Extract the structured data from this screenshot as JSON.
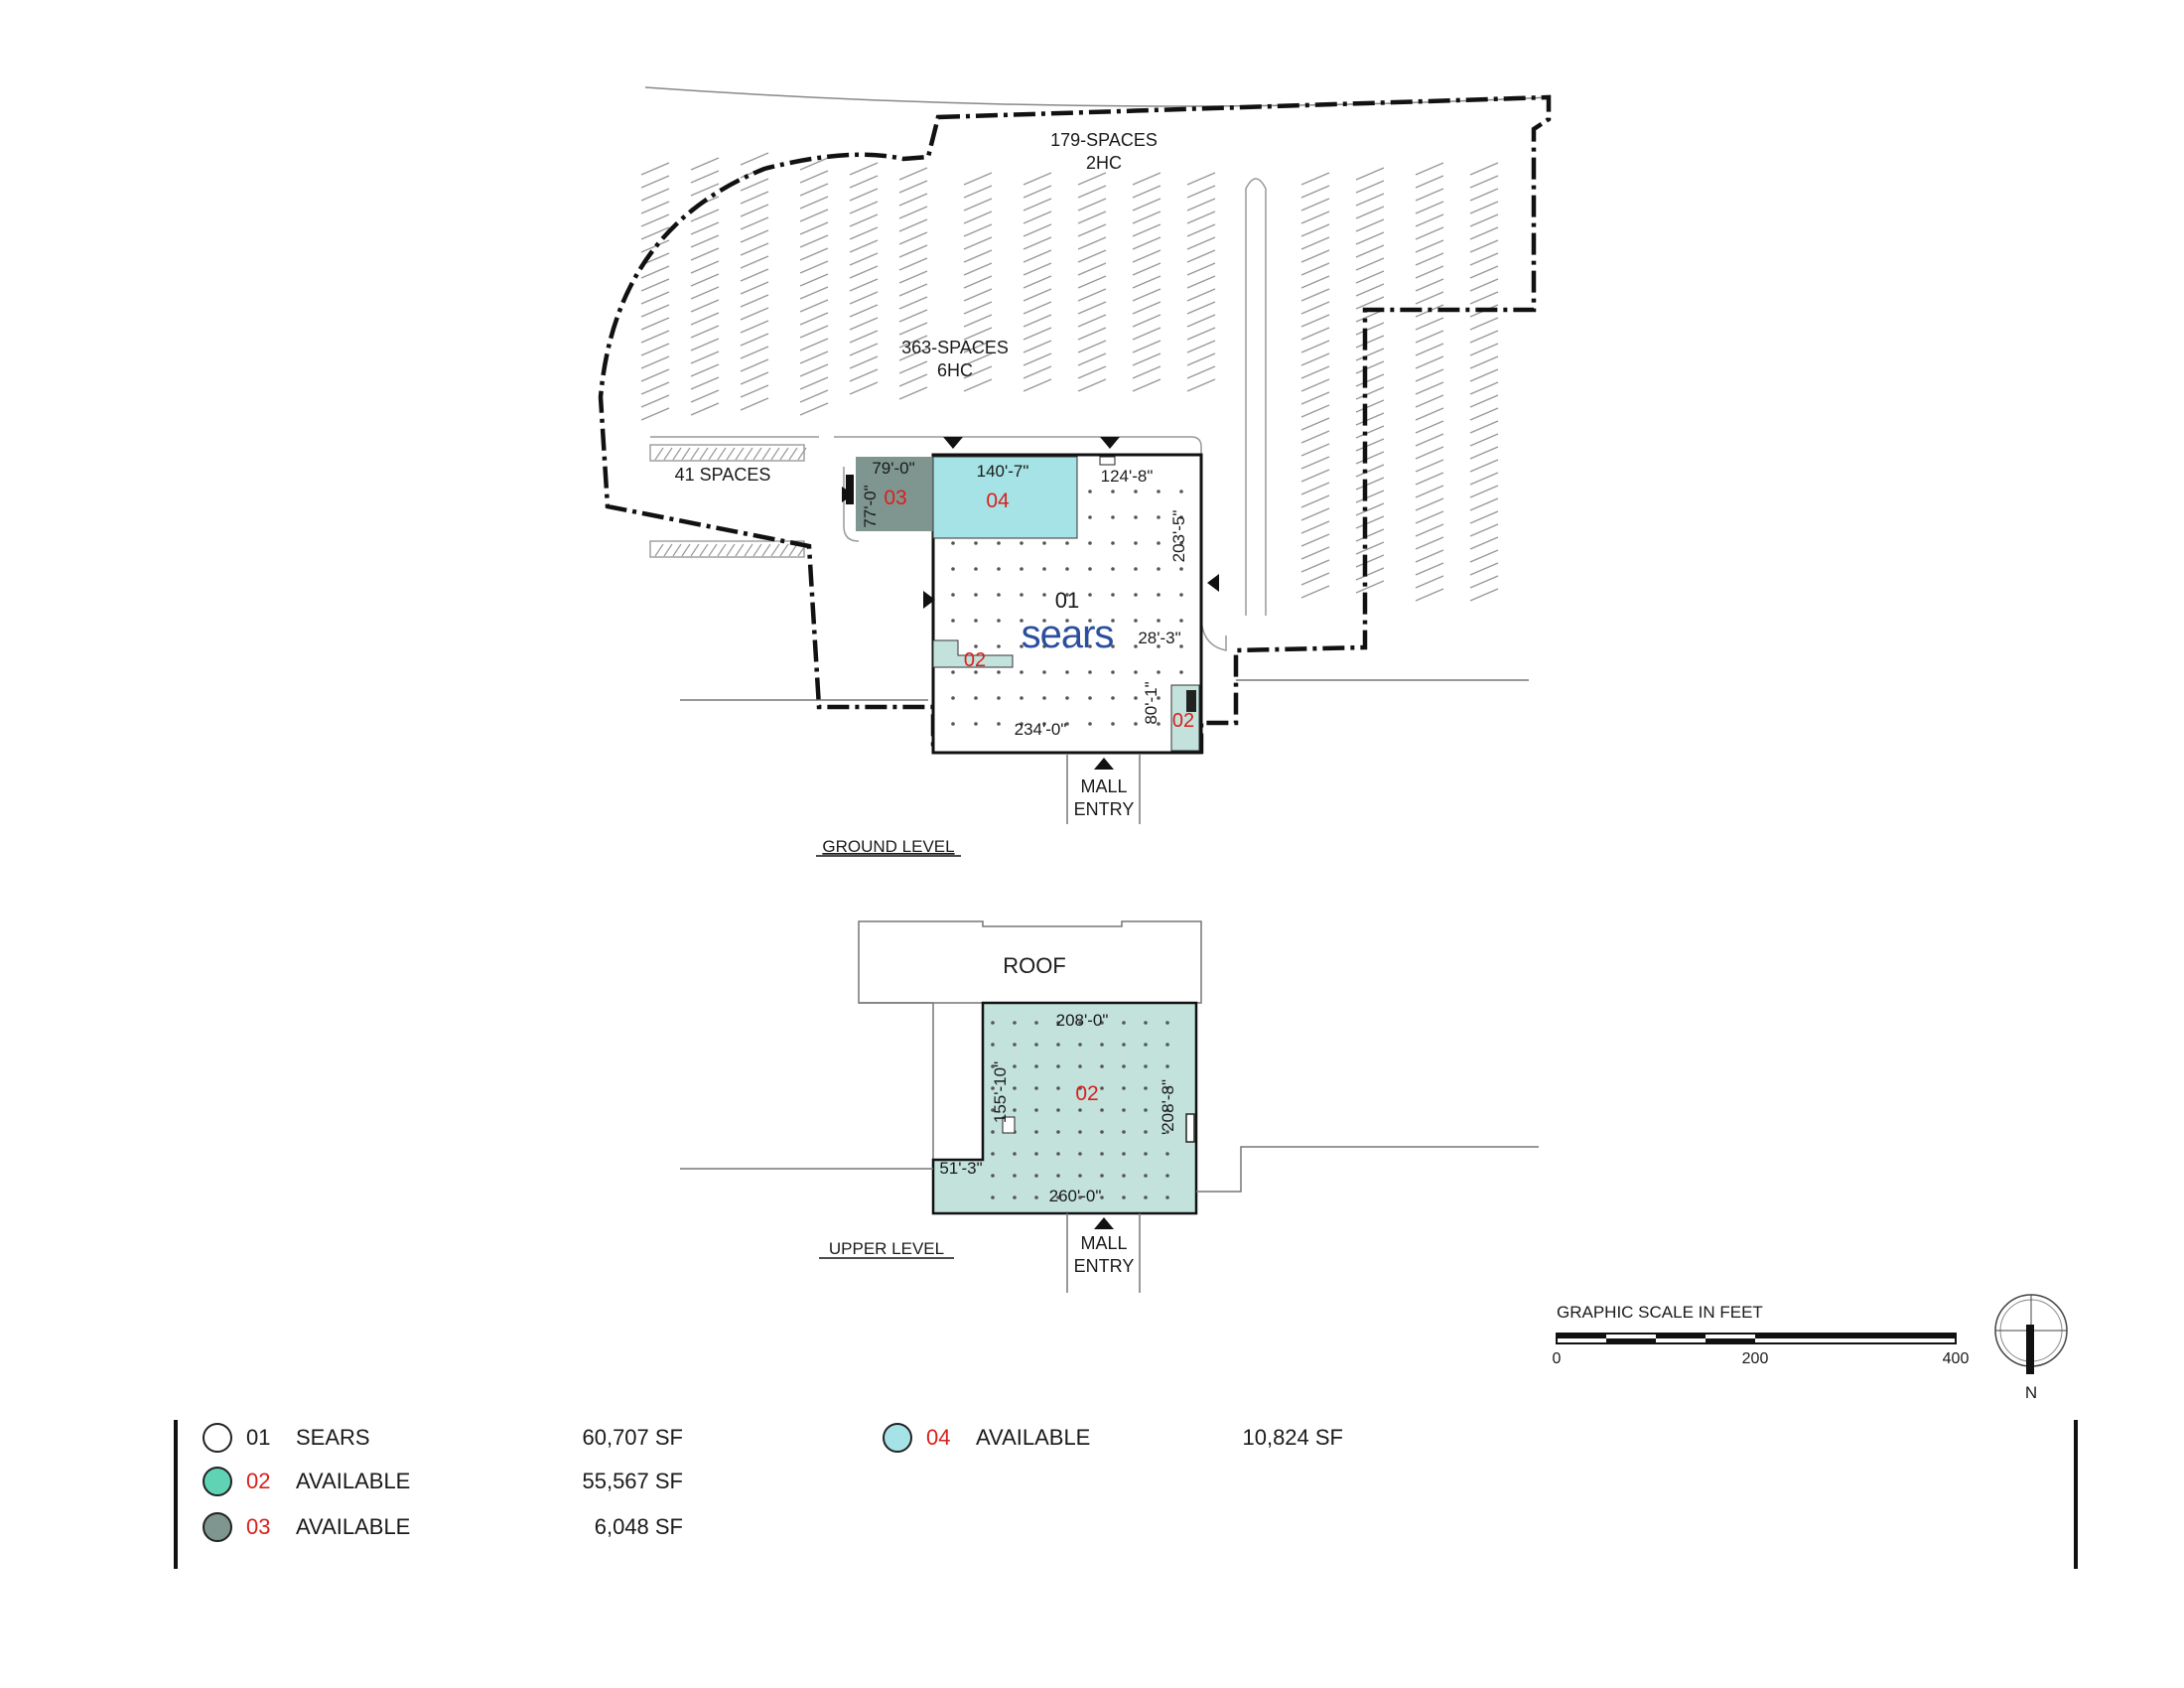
{
  "parking": {
    "north_lot": {
      "count": "179-SPACES",
      "hc": "2HC"
    },
    "main_lot": {
      "count": "363-SPACES",
      "hc": "6HC"
    },
    "west_lot": {
      "count": "41 SPACES"
    }
  },
  "ground_level": {
    "title": "GROUND LEVEL",
    "dims": {
      "d79": "79'-0\"",
      "d77": "77'-0\"",
      "d140": "140'-7\"",
      "d124": "124'-8\"",
      "d203": "203'-5\"",
      "d28": "28'-3\"",
      "d80": "80'-1\"",
      "d234": "234'-0\""
    },
    "units": {
      "u01": "01",
      "u02a": "02",
      "u02b": "02",
      "u03": "03",
      "u04": "04"
    },
    "logo": "sears",
    "mall_entry": {
      "line1": "MALL",
      "line2": "ENTRY"
    }
  },
  "upper_level": {
    "title": "UPPER LEVEL",
    "roof": "ROOF",
    "dims": {
      "d208a": "208'-0\"",
      "d155": "155'-10\"",
      "d208b": "'208'-8\"",
      "d51": "51'-3\"",
      "d260": "260'-0\""
    },
    "unit": "02",
    "mall_entry": {
      "line1": "MALL",
      "line2": "ENTRY"
    }
  },
  "scale": {
    "title": "GRAPHIC SCALE IN FEET",
    "t0": "0",
    "t200": "200",
    "t400": "400"
  },
  "north": "N",
  "legend": [
    {
      "num": "01",
      "name": "SEARS",
      "area": "60,707 SF",
      "color": "#ffffff"
    },
    {
      "num": "02",
      "name": "AVAILABLE",
      "area": "55,567 SF",
      "color": "#5fd3b3"
    },
    {
      "num": "03",
      "name": "AVAILABLE",
      "area": "6,048 SF",
      "color": "#7f9690"
    },
    {
      "num": "04",
      "name": "AVAILABLE",
      "area": "10,824 SF",
      "color": "#a6e3e6"
    }
  ],
  "colors": {
    "unit02": "#c3e2dc",
    "unit03": "#7f9690",
    "unit04": "#a6e3e6",
    "accent": "#d8201c",
    "sears": "#2b4f9e"
  }
}
